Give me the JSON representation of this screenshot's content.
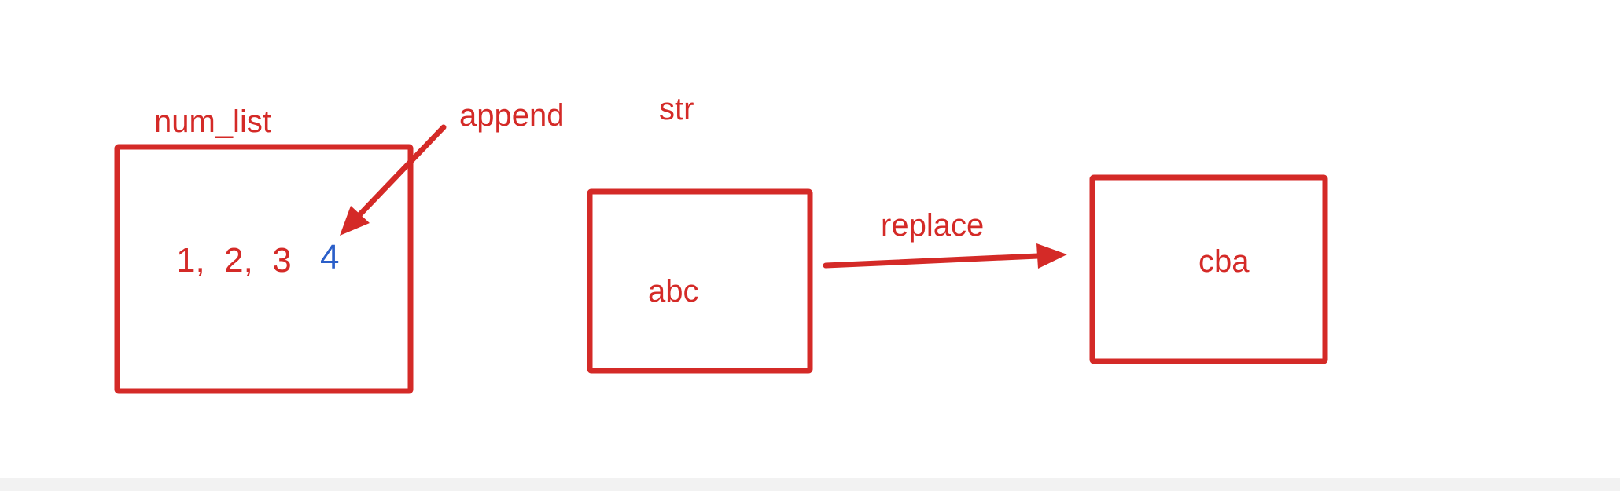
{
  "colors": {
    "primary": "#d42a27",
    "accent": "#2b5fc9",
    "background": "#ffffff"
  },
  "labels": {
    "num_list": "num_list",
    "append": "append",
    "str": "str",
    "replace": "replace"
  },
  "values": {
    "list_items": "1,  2,  3",
    "appended_item": "4",
    "original_string": "abc",
    "replaced_string": "cba"
  }
}
